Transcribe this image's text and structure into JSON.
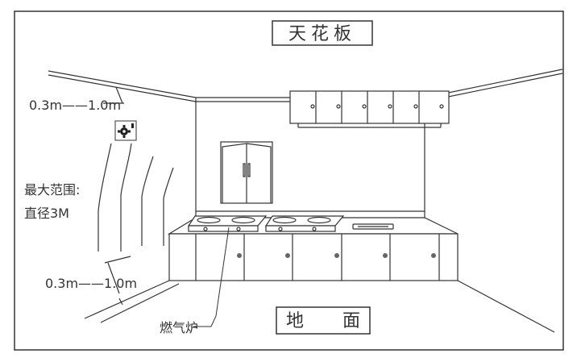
{
  "ceiling_label": "天花板",
  "floor_label_left": "地",
  "floor_label_right": "面",
  "top_range_label": "0.3m——1.0m",
  "max_range_line1": "最大范围:",
  "max_range_line2": "直径3M",
  "bottom_range_label": "0.3m——1.0m",
  "stove_label": "燃气炉",
  "detector_icon": "gas-detector-icon",
  "colors": {
    "line": "#333333",
    "background": "#ffffff",
    "knob": "#666666"
  }
}
